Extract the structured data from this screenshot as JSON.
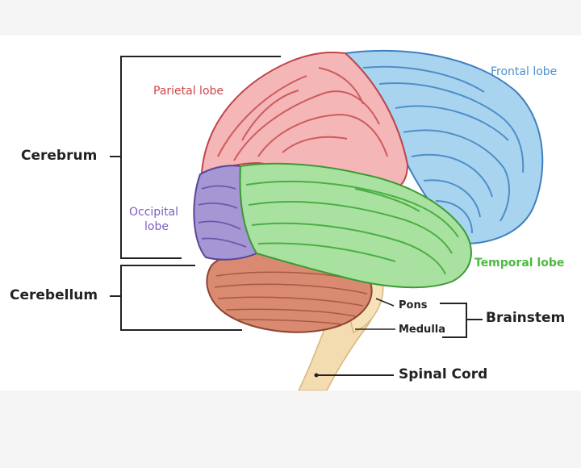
{
  "labels": {
    "cerebrum": "Cerebrum",
    "cerebellum": "Cerebellum",
    "parietal": "Parietal lobe",
    "frontal": "Frontal lobe",
    "occipital_line1": "Occipital",
    "occipital_line2": "lobe",
    "temporal": "Temporal lobe",
    "pons": "Pons",
    "medulla": "Medulla",
    "brainstem": "Brainstem",
    "spinal_cord": "Spinal Cord"
  },
  "colors": {
    "frontal": "#a8d4f0",
    "parietal": "#f4b6b6",
    "occipital": "#a596d4",
    "temporal": "#a9e2a0",
    "cerebellum": "#d98a70",
    "brainstem": "#f3dcb0",
    "frontal_text": "#4a8fd0",
    "parietal_text": "#d1444a",
    "occipital_text": "#7b5fc0",
    "temporal_text": "#4cbb3f"
  }
}
